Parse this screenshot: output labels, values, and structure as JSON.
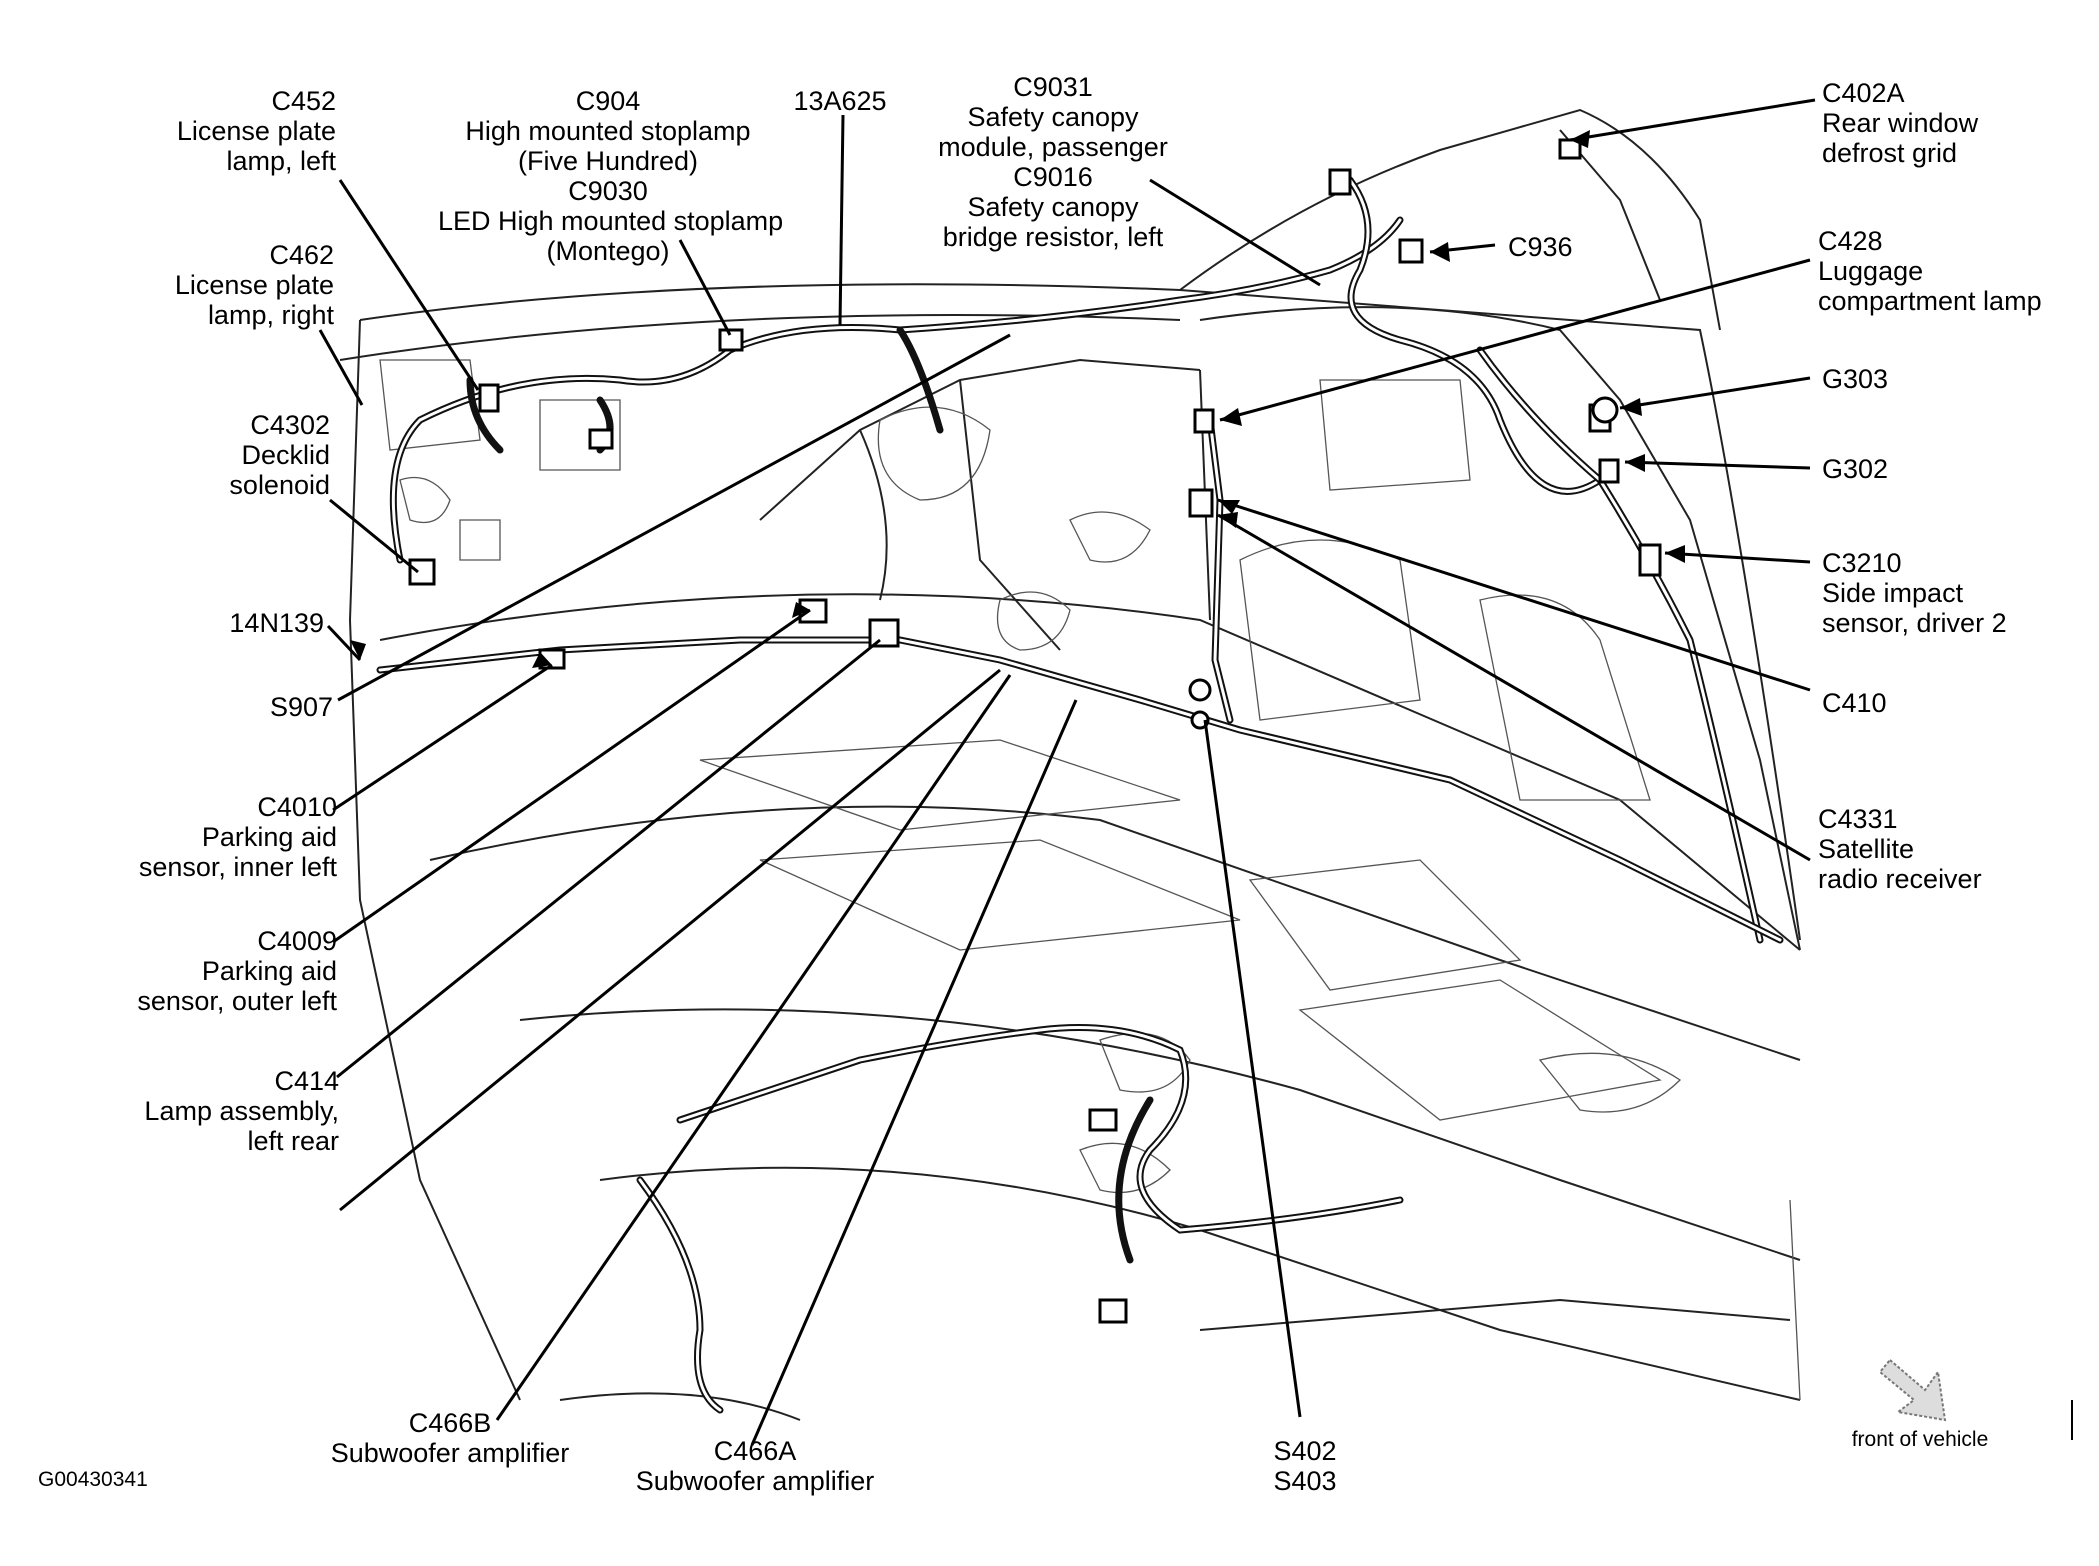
{
  "figure_id": "G00430341",
  "direction_label": "front of vehicle",
  "callouts": {
    "c452": [
      "C452",
      "License plate",
      "lamp, left"
    ],
    "c462": [
      "C462",
      "License plate",
      "lamp, right"
    ],
    "c4302": [
      "C4302",
      "Decklid",
      "solenoid"
    ],
    "c904": [
      "C904",
      "High mounted stoplamp",
      "(Five Hundred)",
      "C9030",
      "LED High mounted stoplamp",
      "(Montego)"
    ],
    "n13a625": [
      "13A625"
    ],
    "c9031": [
      "C9031",
      "Safety canopy",
      "module, passenger",
      "C9016",
      "Safety canopy",
      "bridge resistor, left"
    ],
    "c402a": [
      "C402A",
      "Rear window",
      "defrost grid"
    ],
    "c936": [
      "C936"
    ],
    "c428": [
      "C428",
      "Luggage",
      "compartment lamp"
    ],
    "g303": [
      "G303"
    ],
    "g302": [
      "G302"
    ],
    "c3210": [
      "C3210",
      "Side impact",
      "sensor, driver 2"
    ],
    "c410": [
      "C410"
    ],
    "c4331": [
      "C4331",
      "Satellite",
      "radio receiver"
    ],
    "n14n139": [
      "14N139"
    ],
    "s907": [
      "S907"
    ],
    "c4010": [
      "C4010",
      "Parking aid",
      "sensor, inner left"
    ],
    "c4009": [
      "C4009",
      "Parking aid",
      "sensor, outer left"
    ],
    "c414": [
      "C414",
      "Lamp assembly,",
      "left rear"
    ],
    "c466b": [
      "C466B",
      "Subwoofer amplifier"
    ],
    "c466a": [
      "C466A",
      "Subwoofer amplifier"
    ],
    "s402": [
      "S402",
      "S403"
    ]
  }
}
